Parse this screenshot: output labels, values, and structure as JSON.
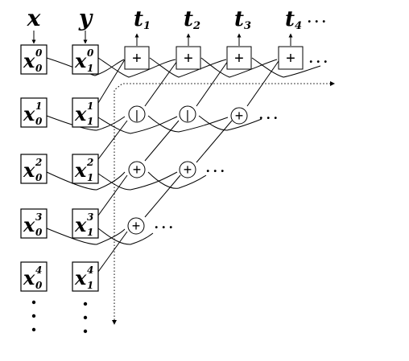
{
  "inputs": {
    "x": "x",
    "y": "y"
  },
  "outputs": [
    {
      "base": "t",
      "sub": "1"
    },
    {
      "base": "t",
      "sub": "2"
    },
    {
      "base": "t",
      "sub": "3"
    },
    {
      "base": "t",
      "sub": "4"
    }
  ],
  "cells": [
    {
      "base": "x",
      "sup": "0",
      "sub": "0"
    },
    {
      "base": "x",
      "sup": "0",
      "sub": "1"
    },
    {
      "base": "x",
      "sup": "1",
      "sub": "0"
    },
    {
      "base": "x",
      "sup": "1",
      "sub": "1"
    },
    {
      "base": "x",
      "sup": "2",
      "sub": "0"
    },
    {
      "base": "x",
      "sup": "2",
      "sub": "1"
    },
    {
      "base": "x",
      "sup": "3",
      "sub": "0"
    },
    {
      "base": "x",
      "sup": "3",
      "sub": "1"
    },
    {
      "base": "x",
      "sup": "4",
      "sub": "0"
    },
    {
      "base": "x",
      "sup": "4",
      "sub": "1"
    }
  ],
  "operators": {
    "plus": "+",
    "minus": "|"
  },
  "ellipsis": ". . ."
}
